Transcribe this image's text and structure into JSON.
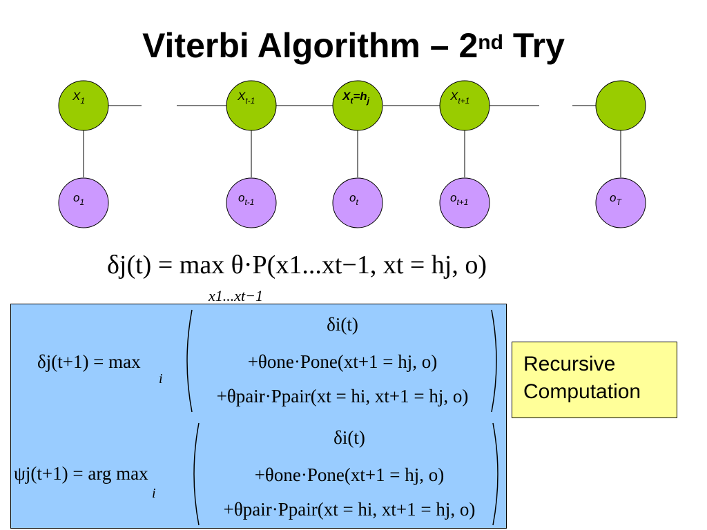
{
  "slide": {
    "title_main": "Viterbi Algorithm – 2",
    "title_sup": "nd",
    "title_end": " Try"
  },
  "diagram": {
    "hidden_nodes": [
      {
        "name": "X",
        "sub": "1"
      },
      {
        "name": "X",
        "sub": "t-1"
      },
      {
        "name": "X",
        "sub": "t",
        "suffix": "=h",
        "suffix_sub": "j"
      },
      {
        "name": "X",
        "sub": "t+1"
      },
      {
        "name": "",
        "sub": ""
      }
    ],
    "observed_nodes": [
      {
        "name": "o",
        "sub": "1"
      },
      {
        "name": "o",
        "sub": "t-1"
      },
      {
        "name": "o",
        "sub": "t"
      },
      {
        "name": "o",
        "sub": "t+1"
      },
      {
        "name": "o",
        "sub": "T"
      }
    ],
    "colors": {
      "hidden": "#99cc00",
      "observed": "#cc99ff",
      "edge": "#000000"
    }
  },
  "equations": {
    "delta_def": "δj(t) = max θ·P(x1...xt−1, xt = hj, o)",
    "delta_def_sub": "x1...xt−1",
    "delta_rec_lhs": "δj(t+1) = max",
    "delta_rec_sub": "i",
    "psi_rec_lhs": "ψj(t+1) = arg max",
    "psi_rec_sub": "i",
    "row1": "δi(t)",
    "row2": "+θone·Pone(xt+1 = hj, o)",
    "row3": "+θpair·Ppair(xt = hi, xt+1 = hj, o)"
  },
  "callout": {
    "line1": "Recursive",
    "line2": "Computation"
  },
  "colors": {
    "blue_box": "#99ccff",
    "yellow_box": "#ffff99"
  }
}
